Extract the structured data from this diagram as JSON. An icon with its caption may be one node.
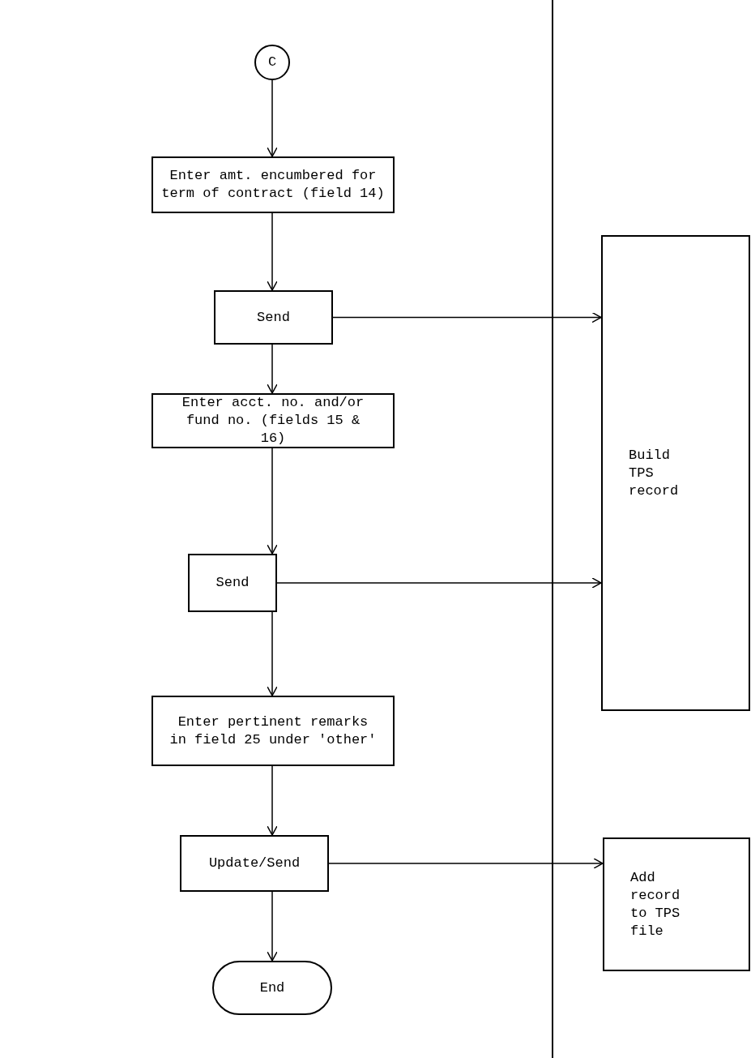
{
  "diagram": {
    "nodes": [
      {
        "text": [
          "C"
        ]
      },
      {
        "text": [
          "Enter amt. encumbered for term of contract (field 14)"
        ]
      },
      {
        "text": [
          "Send"
        ]
      },
      {
        "text": [
          "Enter acct. no. and/or fund no. (fields 15 & 16)"
        ]
      },
      {
        "text": [
          "Send"
        ]
      },
      {
        "text": [
          "Enter pertinent remarks in field 25 under 'other'"
        ]
      },
      {
        "text": [
          "Update/Send"
        ]
      },
      {
        "text": [
          "End"
        ]
      },
      {
        "text": [
          "Build TPS record"
        ]
      },
      {
        "text": [
          "Add record to TPS file"
        ]
      }
    ],
    "edges": [
      {
        "from": 0,
        "to": 1,
        "arrow": "to"
      },
      {
        "from": 1,
        "to": 2,
        "arrow": "to"
      },
      {
        "from": 2,
        "to": 3,
        "arrow": "to"
      },
      {
        "from": 3,
        "to": 4,
        "arrow": "to"
      },
      {
        "from": 4,
        "to": 5,
        "arrow": "to"
      },
      {
        "from": 5,
        "to": 6,
        "arrow": "to"
      },
      {
        "from": 6,
        "to": 7,
        "arrow": "to"
      },
      {
        "from": 2,
        "to": 8,
        "arrow": "to"
      },
      {
        "from": 4,
        "to": 8,
        "arrow": "to"
      },
      {
        "from": 6,
        "to": 9,
        "arrow": "to"
      }
    ]
  }
}
